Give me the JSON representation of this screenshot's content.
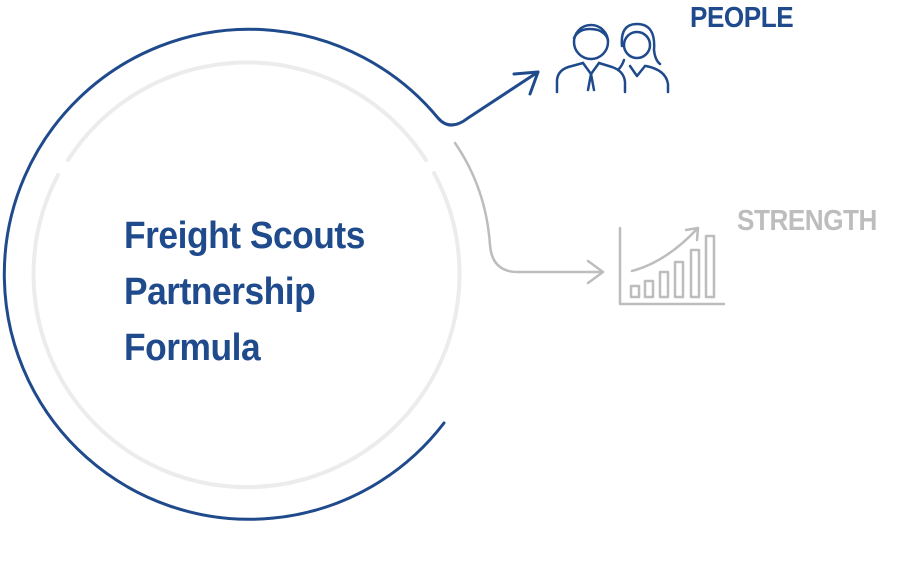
{
  "title_lines": [
    "Freight Scouts",
    "Partnership",
    "Formula"
  ],
  "branches": [
    {
      "label": "PEOPLE",
      "icon": "people-icon",
      "color": "#1f4a8c"
    },
    {
      "label": "STRENGTH",
      "icon": "growth-chart-icon",
      "color": "#bdbdbd"
    }
  ],
  "colors": {
    "primary": "#1f4a8c",
    "muted": "#bdbdbd",
    "inner_ring": "#ececec"
  }
}
